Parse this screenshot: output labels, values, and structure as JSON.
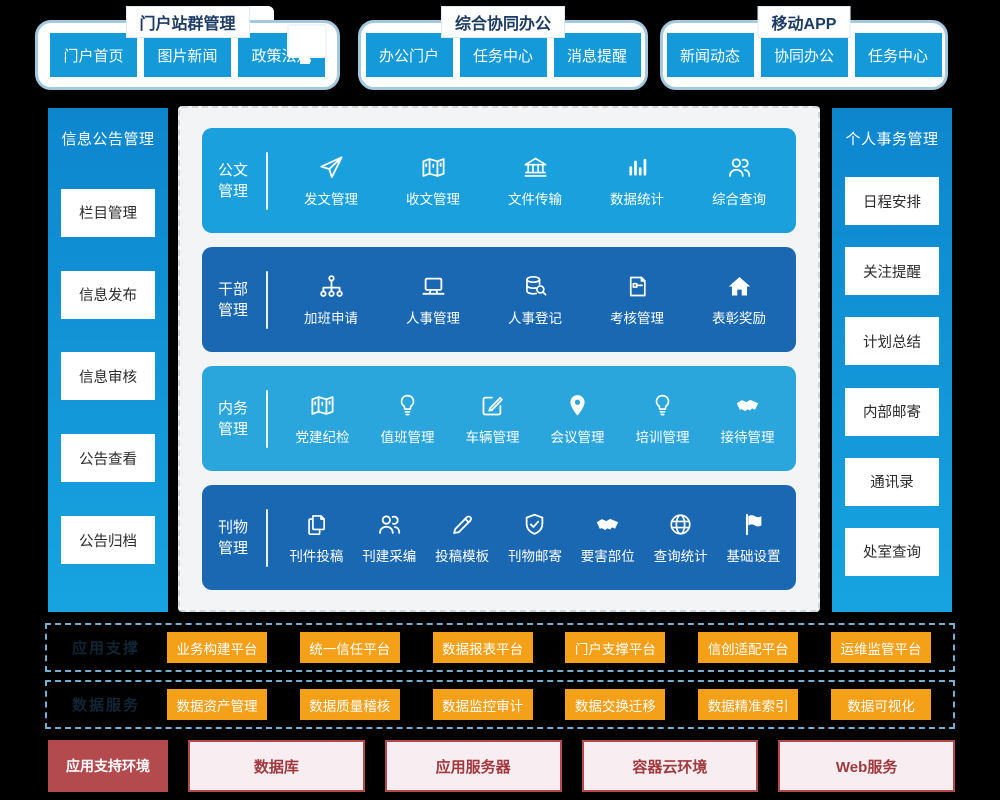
{
  "colors": {
    "accent_blue": "#149ad8",
    "row_blue_light": "#1aa0dd",
    "row_blue_dark": "#1b68b2",
    "row_blue_cyan": "#2aa6dc",
    "orange": "#f4a019",
    "red": "#b24a4e",
    "pink": "#f8edf0",
    "navy_title": "#1c3c64"
  },
  "top_groups": [
    {
      "title": "门户站群管理",
      "buttons": [
        "门户首页",
        "图片新闻",
        "政策法规"
      ]
    },
    {
      "title": "综合协同办公",
      "buttons": [
        "办公门户",
        "任务中心",
        "消息提醒"
      ]
    },
    {
      "title": "移动APP",
      "buttons": [
        "新闻动态",
        "协同办公",
        "任务中心"
      ]
    }
  ],
  "left_sidebar": {
    "title": "信息公告管理",
    "items": [
      "栏目管理",
      "信息发布",
      "信息审核",
      "公告查看",
      "公告归档"
    ]
  },
  "right_sidebar": {
    "title": "个人事务管理",
    "items": [
      "日程安排",
      "关注提醒",
      "计划总结",
      "内部邮寄",
      "通讯录",
      "处室查询"
    ]
  },
  "main_rows": [
    {
      "category": "公文管理",
      "items": [
        {
          "icon": "paper-plane",
          "label": "发文管理"
        },
        {
          "icon": "map",
          "label": "收文管理"
        },
        {
          "icon": "bank",
          "label": "文件传输"
        },
        {
          "icon": "bar-chart",
          "label": "数据统计"
        },
        {
          "icon": "users",
          "label": "综合查询"
        }
      ]
    },
    {
      "category": "干部管理",
      "items": [
        {
          "icon": "sitemap",
          "label": "加班申请"
        },
        {
          "icon": "laptop",
          "label": "人事管理"
        },
        {
          "icon": "database-search",
          "label": "人事登记"
        },
        {
          "icon": "document",
          "label": "考核管理"
        },
        {
          "icon": "home",
          "label": "表彰奖励"
        }
      ]
    },
    {
      "category": "内务管理",
      "items": [
        {
          "icon": "map",
          "label": "党建纪检"
        },
        {
          "icon": "lightbulb",
          "label": "值班管理"
        },
        {
          "icon": "edit-square",
          "label": "车辆管理"
        },
        {
          "icon": "map-pin",
          "label": "会议管理"
        },
        {
          "icon": "lightbulb",
          "label": "培训管理"
        },
        {
          "icon": "handshake",
          "label": "接待管理"
        }
      ]
    },
    {
      "category": "刊物管理",
      "items": [
        {
          "icon": "copy",
          "label": "刊件投稿"
        },
        {
          "icon": "users",
          "label": "刊建采编"
        },
        {
          "icon": "pencil",
          "label": "投稿模板"
        },
        {
          "icon": "shield-check",
          "label": "刊物邮寄"
        },
        {
          "icon": "handshake",
          "label": "要害部位"
        },
        {
          "icon": "globe",
          "label": "查询统计"
        },
        {
          "icon": "flag",
          "label": "基础设置"
        }
      ]
    }
  ],
  "platform_rows": [
    {
      "label": "应用支撑",
      "buttons": [
        "业务构建平台",
        "统一信任平台",
        "数据报表平台",
        "门户支撑平台",
        "信创适配平台",
        "运维监管平台"
      ]
    },
    {
      "label": "数据服务",
      "buttons": [
        "数据资产管理",
        "数据质量稽核",
        "数据监控审计",
        "数据交换迁移",
        "数据精准索引",
        "数据可视化"
      ]
    }
  ],
  "environment_row": {
    "label": "应用支持环境",
    "boxes": [
      "数据库",
      "应用服务器",
      "容器云环境",
      "Web服务"
    ]
  }
}
